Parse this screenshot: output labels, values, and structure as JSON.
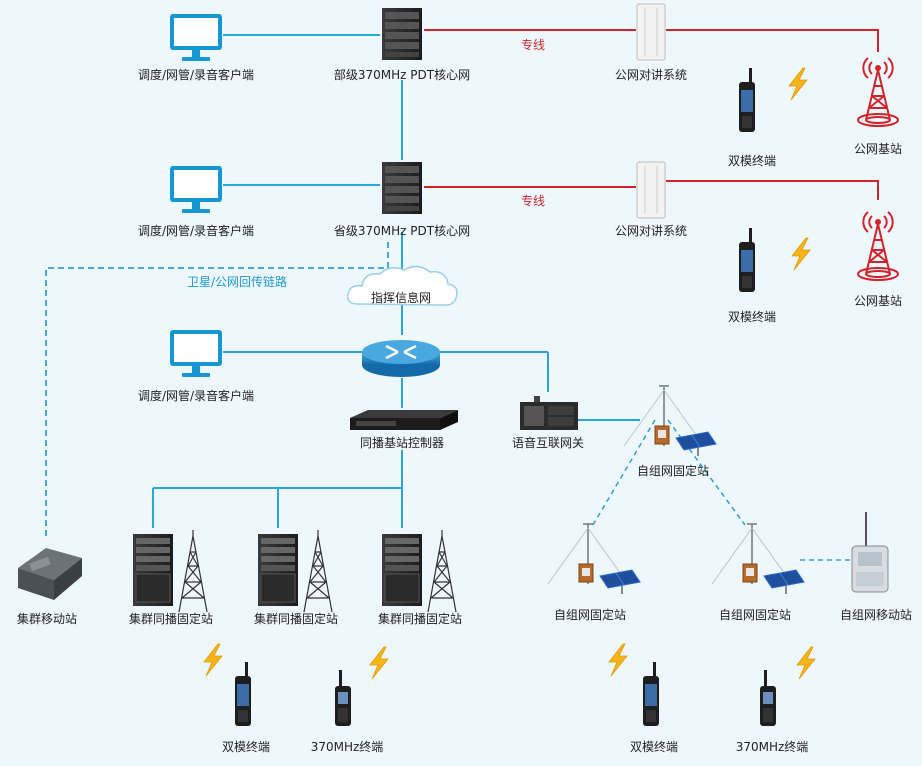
{
  "labels": {
    "client_1": "调度/网管/录音客户端",
    "core_ministry": "部级370MHz PDT核心网",
    "public_talk_1": "公网对讲系统",
    "public_bs_1": "公网基站",
    "dual_term_top1": "双模终端",
    "dedicated_1": "专线",
    "client_2": "调度/网管/录音客户端",
    "core_province": "省级370MHz PDT核心网",
    "public_talk_2": "公网对讲系统",
    "public_bs_2": "公网基站",
    "dual_term_top2": "双模终端",
    "dedicated_2": "专线",
    "backhaul": "卫星/公网回传链路",
    "cloud": "指挥信息网",
    "client_3": "调度/网管/录音客户端",
    "simulcast_ctrl": "同播基站控制器",
    "voice_gw": "语音互联网关",
    "adhoc_fixed_top": "自组网固定站",
    "trunk_mobile": "集群移动站",
    "simulcast_1": "集群同播固定站",
    "simulcast_2": "集群同播固定站",
    "simulcast_3": "集群同播固定站",
    "adhoc_fixed_left": "自组网固定站",
    "adhoc_fixed_right": "自组网固定站",
    "adhoc_mobile": "自组网移动站",
    "dual_term_bl": "双模终端",
    "term_370_bl": "370MHz终端",
    "dual_term_br": "双模终端",
    "term_370_br": "370MHz终端"
  },
  "colors": {
    "link": "#29a8d8",
    "dedicated": "#d2232a",
    "backhaul": "#2aa3d6",
    "adhoc": "#2aa3d6",
    "bolt": "#f4b41a"
  }
}
